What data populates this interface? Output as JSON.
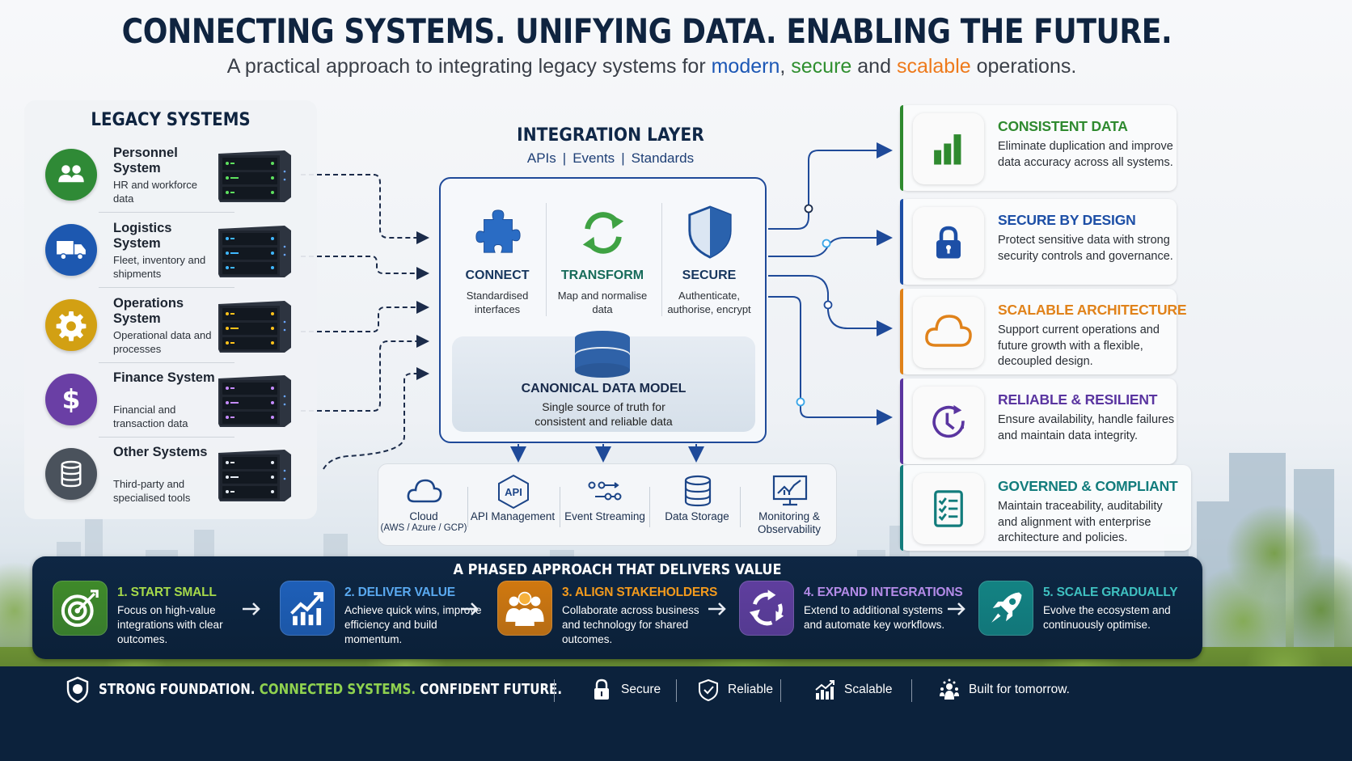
{
  "header": {
    "title": "CONNECTING SYSTEMS. UNIFYING DATA. ENABLING THE FUTURE.",
    "subtitle_prefix": "A practical approach to integrating legacy systems for ",
    "subtitle_modern": "modern",
    "subtitle_comma": ", ",
    "subtitle_secure": "secure",
    "subtitle_and": " and ",
    "subtitle_scalable": "scalable",
    "subtitle_suffix": " operations."
  },
  "legacy": {
    "title": "LEGACY SYSTEMS",
    "systems": [
      {
        "name": "Personnel System",
        "desc": "HR and workforce data",
        "icon": "people-icon",
        "color": "#2f8a36",
        "led": "#5ee05e"
      },
      {
        "name": "Logistics System",
        "desc": "Fleet, inventory and shipments",
        "icon": "truck-icon",
        "color": "#1d58b0",
        "led": "#3fb7ff"
      },
      {
        "name": "Operations System",
        "desc": "Operational data and processes",
        "icon": "gear-icon",
        "color": "#d2a013",
        "led": "#ffc21a"
      },
      {
        "name": "Finance System",
        "desc": "Financial and transaction data",
        "icon": "dollar-icon",
        "color": "#6a3fa5",
        "led": "#c58bff"
      },
      {
        "name": "Other Systems",
        "desc": "Third-party and specialised tools",
        "icon": "database-icon",
        "color": "#4a525c",
        "led": "#e8eef5"
      }
    ]
  },
  "integration": {
    "title": "INTEGRATION LAYER",
    "sub": [
      "APIs",
      "Events",
      "Standards"
    ],
    "pillars": [
      {
        "label": "CONNECT",
        "desc": "Standardised interfaces",
        "icon": "puzzle-icon"
      },
      {
        "label": "TRANSFORM",
        "desc": "Map and normalise data",
        "icon": "refresh-icon"
      },
      {
        "label": "SECURE",
        "desc": "Authenticate, authorise, encrypt",
        "icon": "shield-icon"
      }
    ],
    "cdm": {
      "label": "CANONICAL DATA MODEL",
      "desc_line1": "Single source of truth for",
      "desc_line2": "consistent and reliable data"
    }
  },
  "platform": [
    {
      "label": "Cloud",
      "sub": "(AWS / Azure / GCP)",
      "icon": "cloud-icon"
    },
    {
      "label": "API Management",
      "sub": "",
      "icon": "api-hexagon-icon",
      "icon_text": "API"
    },
    {
      "label": "Event Streaming",
      "sub": "",
      "icon": "event-stream-icon"
    },
    {
      "label": "Data Storage",
      "sub": "",
      "icon": "database-icon"
    },
    {
      "label": "Monitoring & Observability",
      "sub": "",
      "icon": "monitor-chart-icon"
    }
  ],
  "benefits": [
    {
      "title": "CONSISTENT DATA",
      "desc": "Eliminate duplication and improve data accuracy across all systems.",
      "color": "#2f8a2f",
      "icon": "bar-chart-icon"
    },
    {
      "title": "SECURE BY DESIGN",
      "desc": "Protect sensitive data with strong security controls and governance.",
      "color": "#1d4fa6",
      "icon": "padlock-icon"
    },
    {
      "title": "SCALABLE ARCHITECTURE",
      "desc": "Support current operations and future growth with a flexible, decoupled design.",
      "color": "#e0821a",
      "icon": "cloud-icon"
    },
    {
      "title": "RELIABLE & RESILIENT",
      "desc": "Ensure availability, handle failures and maintain data integrity.",
      "color": "#5a35a0",
      "icon": "clock-refresh-icon"
    },
    {
      "title": "GOVERNED & COMPLIANT",
      "desc": "Maintain traceability, auditability and alignment with enterprise architecture and policies.",
      "color": "#127c7c",
      "icon": "checklist-icon"
    }
  ],
  "phases": {
    "title": "A PHASED APPROACH THAT DELIVERS VALUE",
    "steps": [
      {
        "title": "1. START SMALL",
        "desc": "Focus on high-value integrations with clear outcomes.",
        "color": "#a6d94a",
        "bg": "#3f8a2a",
        "icon": "target-icon"
      },
      {
        "title": "2. DELIVER VALUE",
        "desc": "Achieve quick wins, improve efficiency and build momentum.",
        "color": "#5aa9f0",
        "bg": "#1e5fb8",
        "icon": "growth-chart-icon"
      },
      {
        "title": "3. ALIGN STAKEHOLDERS",
        "desc": "Collaborate across business and technology for shared outcomes.",
        "color": "#f39a1d",
        "bg": "#d0780f",
        "icon": "team-icon"
      },
      {
        "title": "4. EXPAND INTEGRATIONS",
        "desc": "Extend to additional systems and automate key workflows.",
        "color": "#b48be8",
        "bg": "#5f3e9e",
        "icon": "cycle-icon"
      },
      {
        "title": "5. SCALE GRADUALLY",
        "desc": "Evolve the ecosystem and continuously optimise.",
        "color": "#3fc0c0",
        "bg": "#138383",
        "icon": "rocket-icon"
      }
    ]
  },
  "footer": {
    "tagline_part1": "STRONG FOUNDATION. ",
    "tagline_part2": "CONNECTED SYSTEMS.",
    "tagline_part3": " CONFIDENT FUTURE.",
    "items": [
      {
        "label": "Secure",
        "icon": "lock-icon"
      },
      {
        "label": "Reliable",
        "icon": "shield-check-icon"
      },
      {
        "label": "Scalable",
        "icon": "growth-chart-icon"
      },
      {
        "label": "Built for tomorrow.",
        "icon": "community-icon"
      }
    ]
  }
}
